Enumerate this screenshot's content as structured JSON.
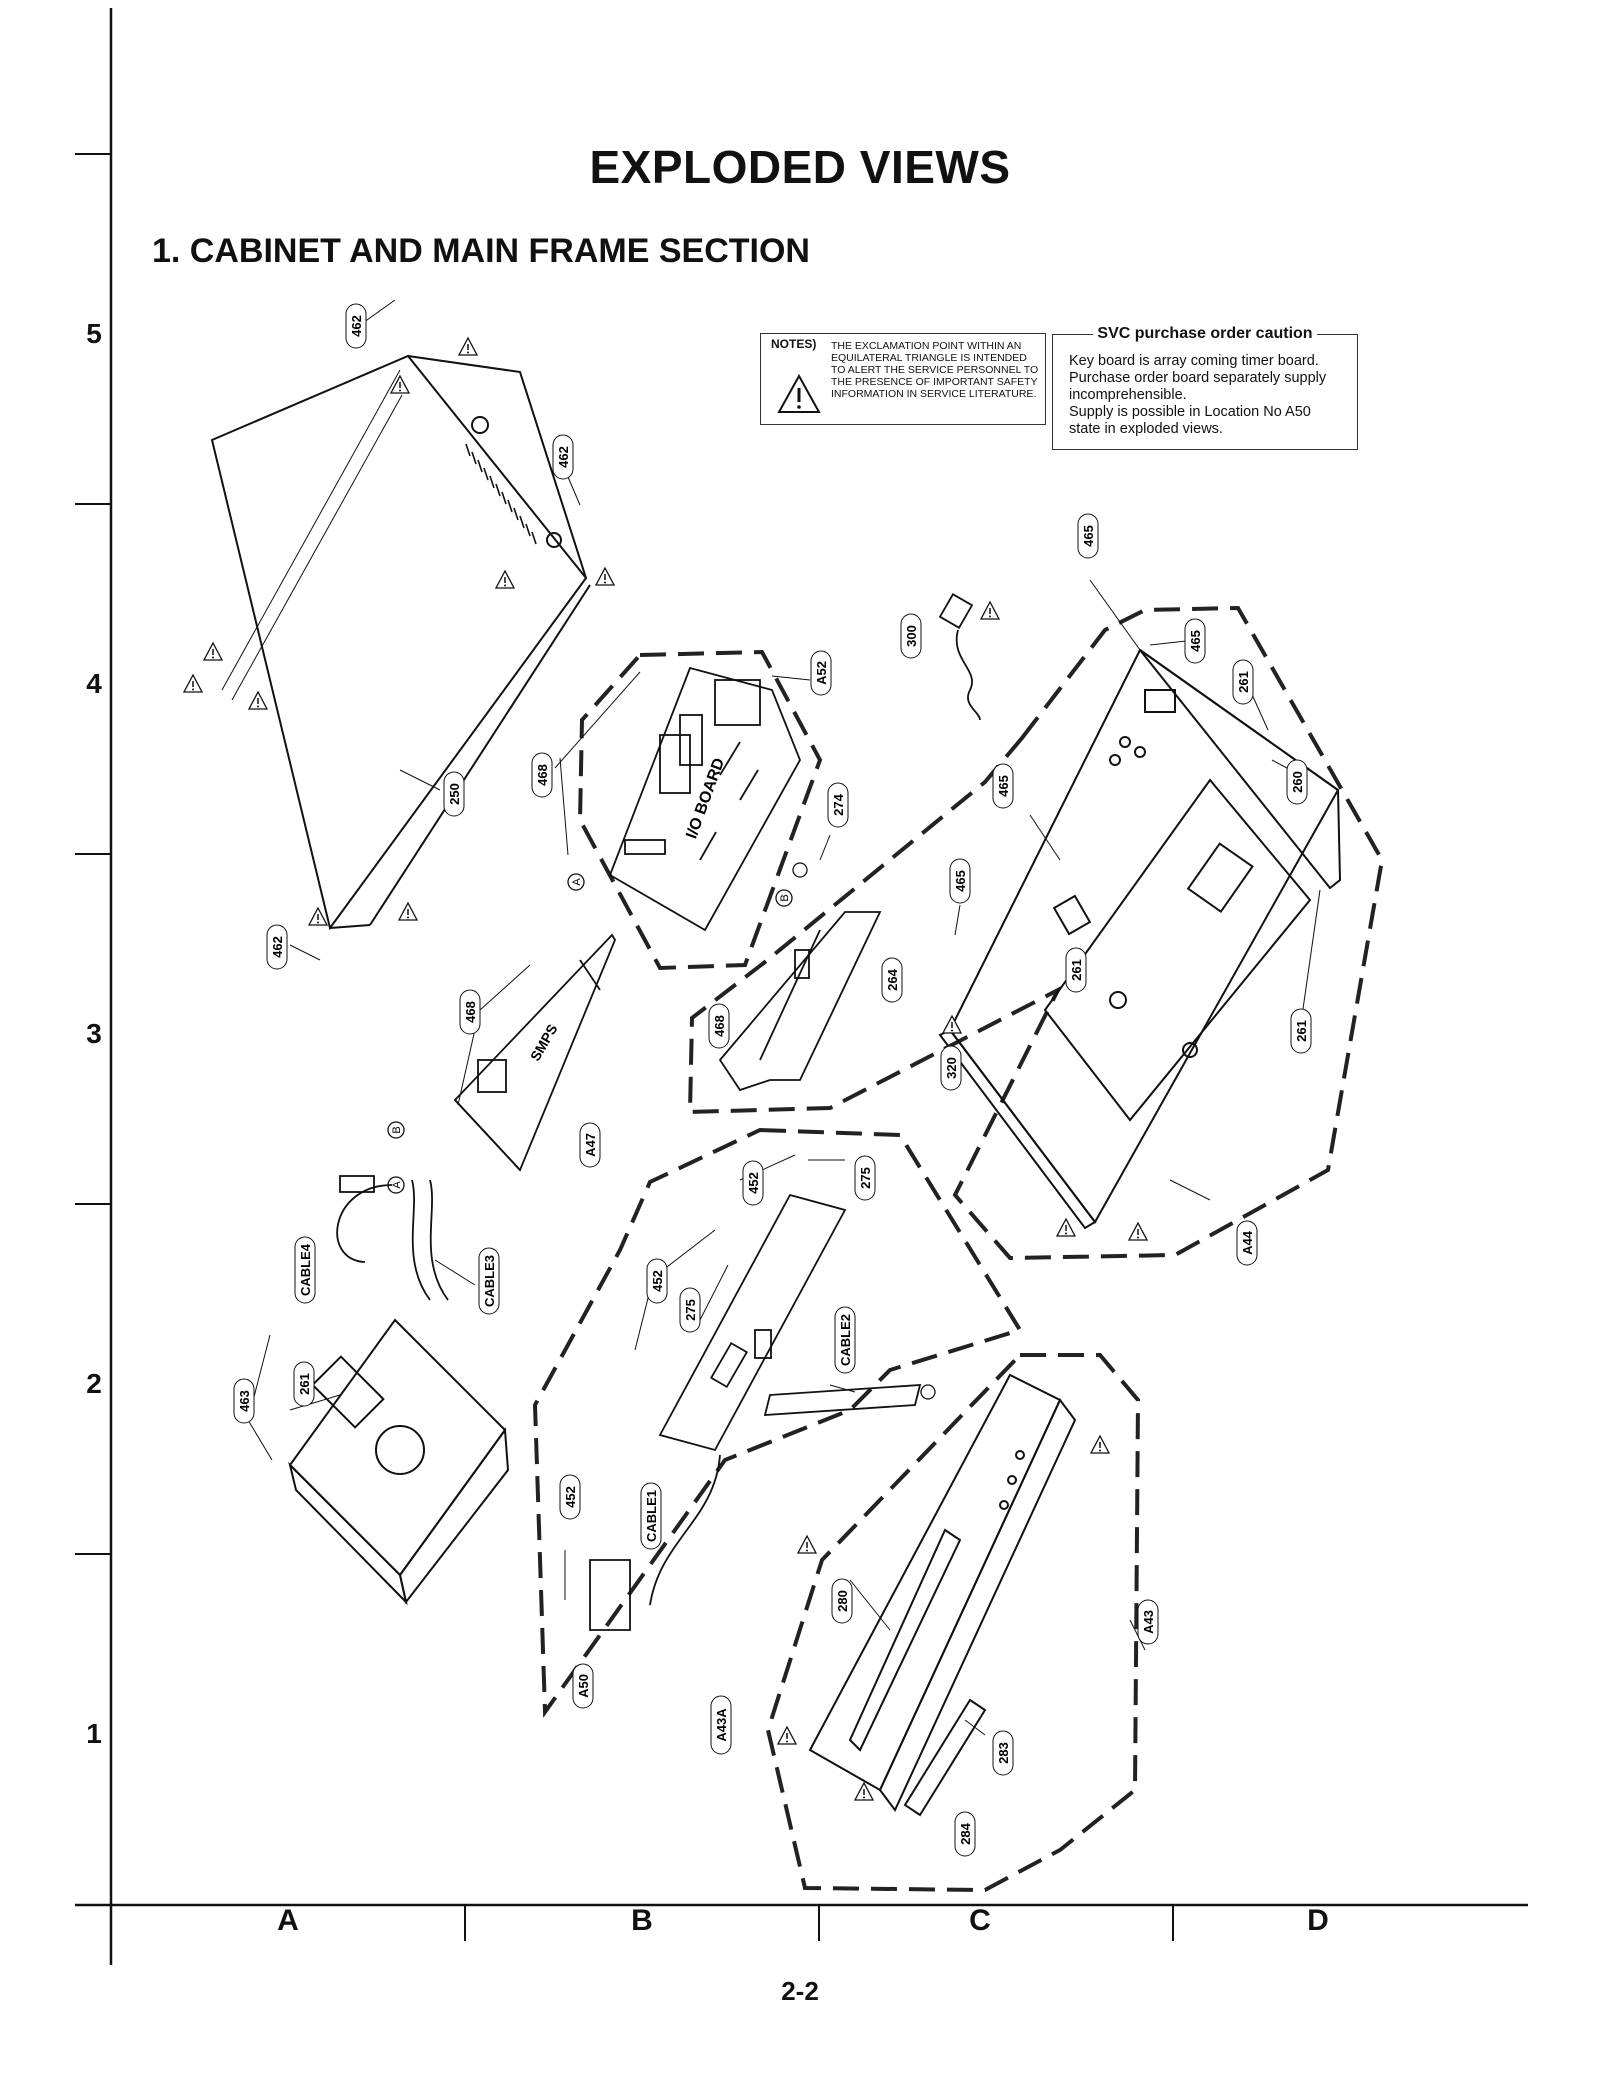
{
  "header": {
    "title": "EXPLODED VIEWS",
    "section": "1. CABINET AND MAIN FRAME SECTION"
  },
  "grid": {
    "rows": [
      "5",
      "4",
      "3",
      "2",
      "1"
    ],
    "columns": [
      "A",
      "B",
      "C",
      "D"
    ]
  },
  "notes": {
    "heading": "NOTES)",
    "text": "THE EXCLAMATION POINT WITHIN AN EQUILATERAL TRIANGLE IS INTENDED TO ALERT THE SERVICE PERSONNEL TO THE PRESENCE OF IMPORTANT SAFETY INFORMATION IN SERVICE LITERATURE.",
    "icon": "warning-triangle-icon"
  },
  "svc_caution": {
    "heading": "SVC purchase order caution",
    "lines": [
      "Key board is array coming timer board.",
      "Purchase order board separately supply",
      "incomprehensible.",
      "Supply is possible in Location No A50",
      "state in exploded views."
    ]
  },
  "part_labels": [
    "462",
    "462",
    "462",
    "250",
    "468",
    "468",
    "468",
    "A52",
    "274",
    "300",
    "465",
    "465",
    "465",
    "465",
    "261",
    "261",
    "261",
    "260",
    "264",
    "320",
    "A47",
    "A44",
    "452",
    "452",
    "452",
    "275",
    "275",
    "CABLE1",
    "CABLE2",
    "CABLE3",
    "CABLE4",
    "463",
    "261",
    "A50",
    "280",
    "283",
    "284",
    "A43",
    "A43A"
  ],
  "board_labels": [
    "I/O BOARD",
    "SMPS"
  ],
  "connector_labels": [
    "A",
    "B",
    "A",
    "B"
  ],
  "page_number": "2-2"
}
